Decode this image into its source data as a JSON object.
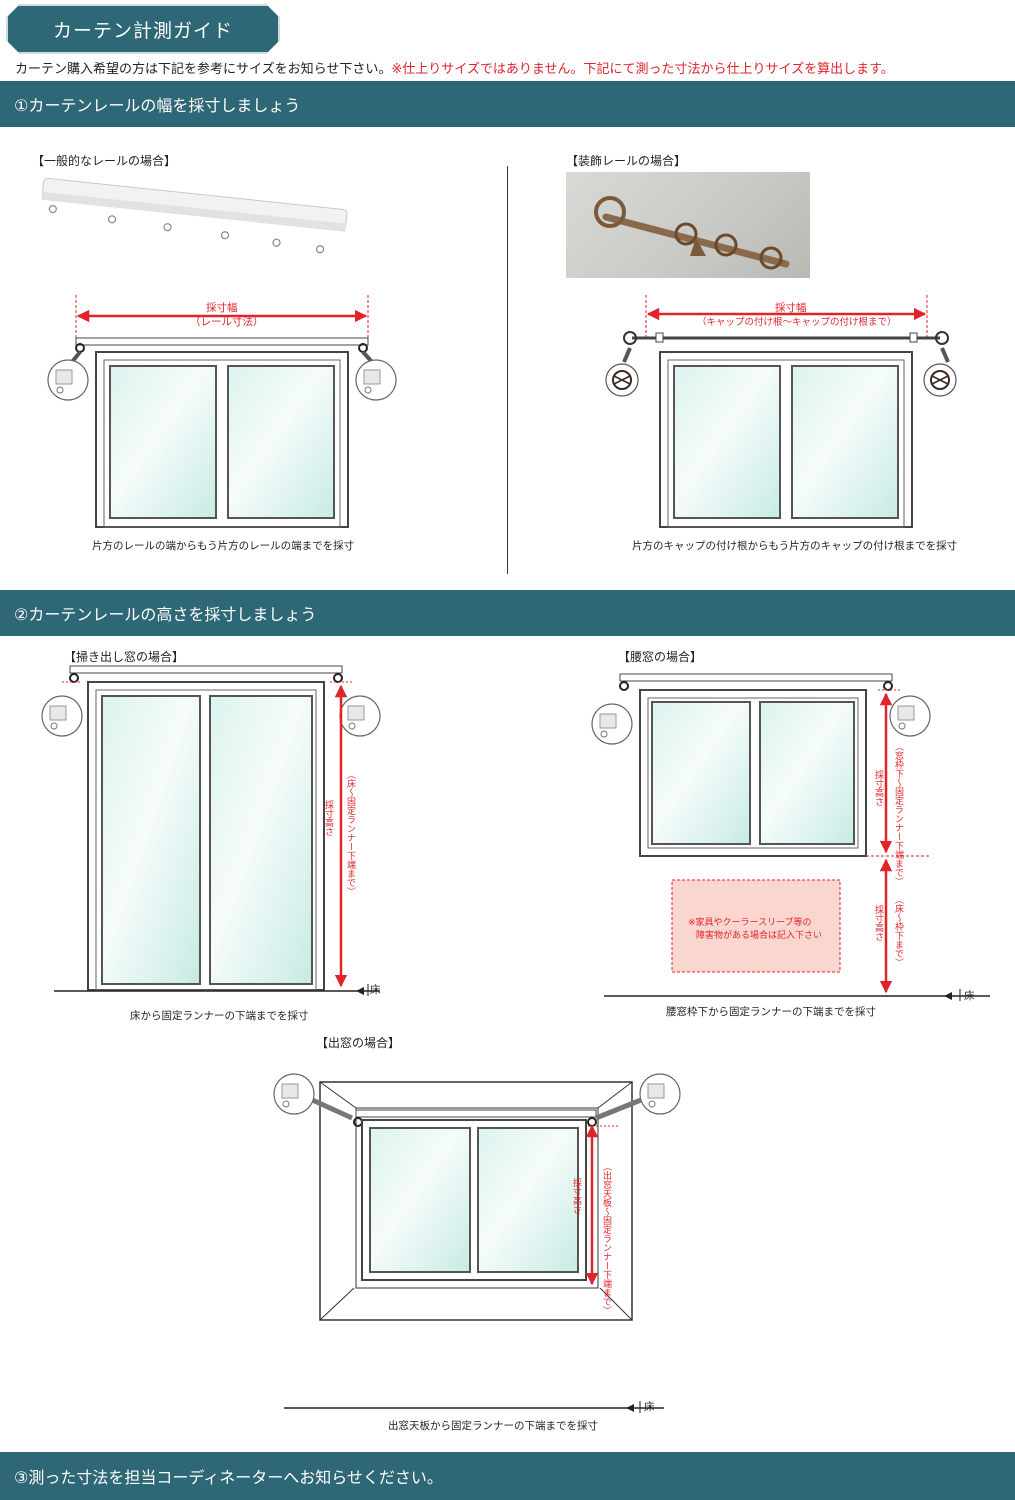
{
  "header": {
    "title": "カーテン計測ガイド",
    "intro": "カーテン購入希望の方は下記を参考にサイズをお知らせ下さい。",
    "intro_warning": "※仕上りサイズではありません。下記にて測った寸法から仕上りサイズを算出します。"
  },
  "section1": {
    "heading": "①カーテンレールの幅を採寸しましょう",
    "standard": {
      "label": "【一般的なレールの場合】",
      "dim_title": "採寸幅",
      "dim_sub": "（レール寸法）",
      "caption": "片方のレールの端からもう片方のレールの端までを採寸"
    },
    "decorative": {
      "label": "【装飾レールの場合】",
      "dim_title": "採寸幅",
      "dim_sub": "（キャップの付け根〜キャップの付け根まで）",
      "caption": "片方のキャップの付け根からもう片方のキャップの付け根までを採寸"
    }
  },
  "section2": {
    "heading": "②カーテンレールの高さを採寸しましょう",
    "floor_window": {
      "label": "【掃き出し窓の場合】",
      "dim_title": "採寸高さ",
      "dim_sub": "（床〜固定ランナー下端まで）",
      "floor": "床",
      "caption": "床から固定ランナーの下端までを採寸"
    },
    "waist_window": {
      "label": "【腰窓の場合】",
      "dim1_title": "採寸高さ",
      "dim1_sub": "（窓枠下〜固定ランナー下端まで）",
      "dim2_title": "採寸高さ",
      "dim2_sub": "（床〜枠下まで）",
      "note_line1": "※家具やクーラースリーブ等の",
      "note_line2": "障害物がある場合は記入下さい",
      "floor": "床",
      "caption": "腰窓枠下から固定ランナーの下端までを採寸"
    },
    "bay_window": {
      "label": "【出窓の場合】",
      "dim_title": "採寸高さ",
      "dim_sub": "（出窓天板〜固定ランナー下端まで）",
      "floor": "床",
      "caption": "出窓天板から固定ランナーの下端までを採寸"
    }
  },
  "section3": {
    "heading": "③測った寸法を担当コーディネーターへお知らせください。"
  },
  "colors": {
    "band": "#2e6776",
    "accent_red": "#e0242b"
  }
}
